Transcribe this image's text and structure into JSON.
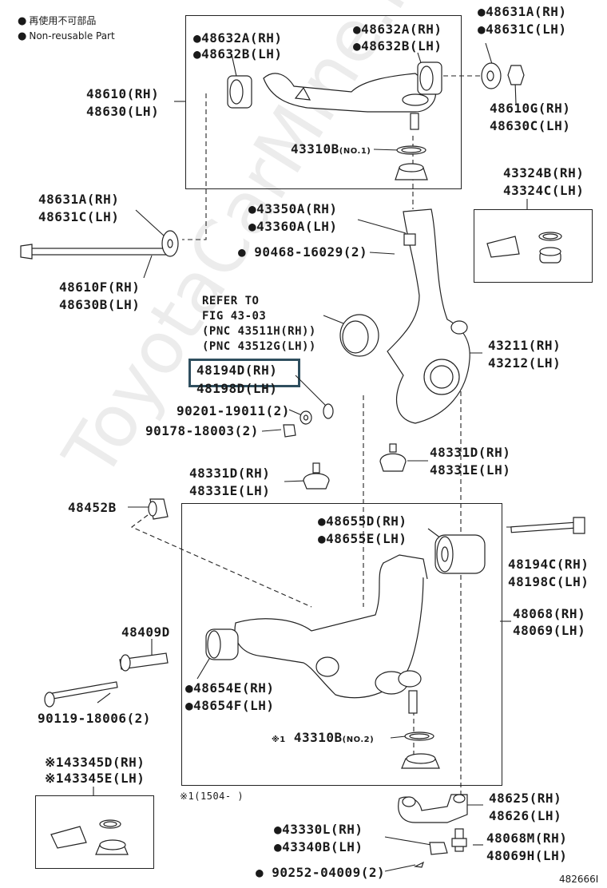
{
  "legend": {
    "dot": "●",
    "line_jp": "再使用不可部品",
    "line_en": "Non-reusable Part"
  },
  "watermark": "ToyotaCarMine.ru",
  "figure_no": "482666I",
  "labels": {
    "p48631A_top": "●48631A(RH)",
    "p48631C_top": "●48631C(LH)",
    "p48632A_left": "●48632A(RH)",
    "p48632B_left": "●48632B(LH)",
    "p48632A_right": "●48632A(RH)",
    "p48632B_right": "●48632B(LH)",
    "p48610": "48610(RH)",
    "p48630": "48630(LH)",
    "p48610G": "48610G(RH)",
    "p48630C": "48630C(LH)",
    "p43310B_upper": "43310B",
    "p43310B_upper_note": "(NO.1)",
    "p43324B": "43324B(RH)",
    "p43324C": "43324C(LH)",
    "p48631A_mid": "48631A(RH)",
    "p48631C_mid": "48631C(LH)",
    "p43350A": "●43350A(RH)",
    "p43360A": "●43360A(LH)",
    "p90468": "● 90468-16029(2)",
    "p48610F": "48610F(RH)",
    "p48630B": "48630B(LH)",
    "refer1": "REFER TO",
    "refer2": "FIG 43-03",
    "refer3": "(PNC 43511H(RH))",
    "refer4": "(PNC 43512G(LH))",
    "p43211": "43211(RH)",
    "p43212": "43212(LH)",
    "p48194D": "48194D(RH)",
    "p48198D": "48198D(LH)",
    "p90201": "90201-19011(2)",
    "p90178": "90178-18003(2)",
    "p48331D_right": "48331D(RH)",
    "p48331E_right": "48331E(LH)",
    "p48331D_left": "48331D(RH)",
    "p48331E_left": "48331E(LH)",
    "p48452B": "48452B",
    "p48655D": "●48655D(RH)",
    "p48655E": "●48655E(LH)",
    "p48194C": "48194C(RH)",
    "p48198C": "48198C(LH)",
    "p48409D": "48409D",
    "p48068": "48068(RH)",
    "p48069": "48069(LH)",
    "p48654E": "●48654E(RH)",
    "p48654F": "●48654F(LH)",
    "p90119": "90119-18006(2)",
    "p43310B_lower_mark": "※1",
    "p43310B_lower": "43310B",
    "p43310B_lower_note": "(NO.2)",
    "p43345D": "※143345D(RH)",
    "p43345E": "※143345E(LH)",
    "footnote": "※1(1504-     )",
    "p48625": "48625(RH)",
    "p48626": "48626(LH)",
    "p43330L": "●43330L(RH)",
    "p43340B": "●43340B(LH)",
    "p48068M": "48068M(RH)",
    "p48069H": "48069H(LH)",
    "p90252": "● 90252-04009(2)"
  }
}
